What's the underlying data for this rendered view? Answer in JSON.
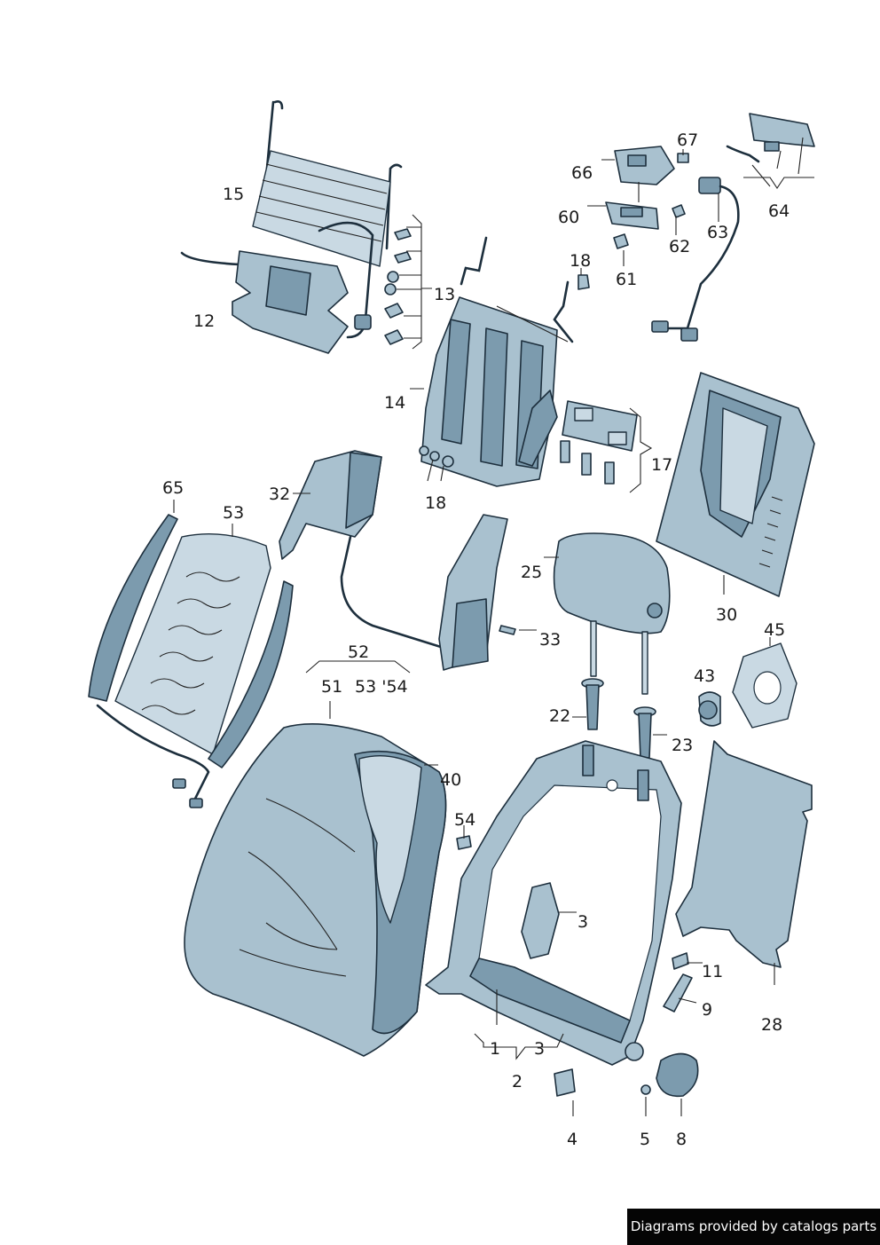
{
  "footer": {
    "text": "Diagrams provided by catalogs parts"
  },
  "colors": {
    "part_fill": "#a9c1cf",
    "part_dark": "#7c9bae",
    "outline": "#1d2f3d",
    "footer_bg": "#050505"
  },
  "labels": {
    "l1": "1",
    "l2": "2",
    "l3a": "3",
    "l3b": "3",
    "l4": "4",
    "l5": "5",
    "l8": "8",
    "l9": "9",
    "l11": "11",
    "l12": "12",
    "l13": "13",
    "l14": "14",
    "l15": "15",
    "l17": "17",
    "l18a": "18",
    "l18b": "18",
    "l22": "22",
    "l23": "23",
    "l25": "25",
    "l28": "28",
    "l30": "30",
    "l32": "32",
    "l33": "33",
    "l40": "40",
    "l43": "43",
    "l45": "45",
    "l51": "51",
    "l52": "52",
    "l5354": "53 '54",
    "l53": "53",
    "l54": "54",
    "l60": "60",
    "l61": "61",
    "l62": "62",
    "l63": "63",
    "l64": "64",
    "l65": "65",
    "l66": "66",
    "l67": "67"
  }
}
